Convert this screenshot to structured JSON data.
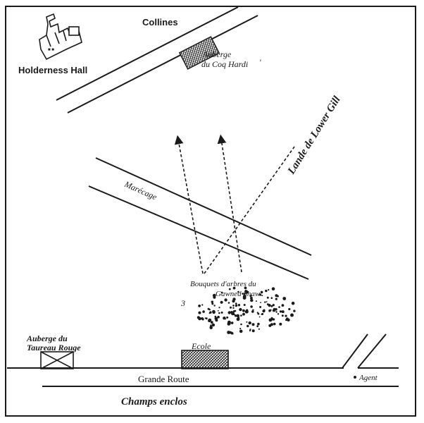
{
  "labels": {
    "collines": "Collines",
    "holderness_hall": "Holderness Hall",
    "auberge_coq_line1": "Auberge",
    "auberge_coq_line2": "du Coq Hardi",
    "auberge_coq_mark": "'",
    "lande": "Lande de Lower Gill",
    "marecage": "Marécage",
    "bouquets_line1": "Bouquets d'arbres du",
    "bouquets_line2": "Gawned Shaw",
    "bouquets_mark": "3",
    "auberge_taureau_line1": "Auberge du",
    "auberge_taureau_line2": "Taureau Rouge",
    "ecole": "Ecole",
    "grande_route": "Grande Route",
    "agent": "Agent",
    "champs_enclos": "Champs enclos"
  },
  "colors": {
    "ink": "#1a1a1a",
    "paper": "#ffffff"
  }
}
